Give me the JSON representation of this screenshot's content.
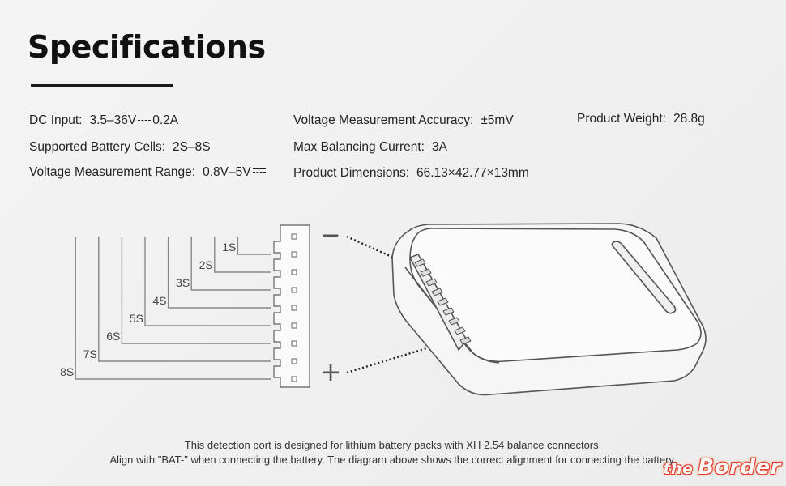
{
  "heading": "Specifications",
  "specs": {
    "dc_input": {
      "label": "DC Input:",
      "value": "3.5–36V",
      "value2": "0.2A"
    },
    "voltage_accuracy": {
      "label": "Voltage Measurement Accuracy:",
      "value": "±5mV"
    },
    "product_weight": {
      "label": "Product Weight:",
      "value": "28.8g"
    },
    "battery_cells": {
      "label": "Supported Battery Cells:",
      "value": "2S–8S"
    },
    "balancing_current": {
      "label": "Max Balancing Current:",
      "value": "3A"
    },
    "voltage_range": {
      "label": "Voltage Measurement Range:",
      "value": "0.8V–5V"
    },
    "dimensions": {
      "label": "Product Dimensions:",
      "value": "66.13×42.77×13mm"
    }
  },
  "diagram": {
    "cell_labels": [
      "1S",
      "2S",
      "3S",
      "4S",
      "5S",
      "6S",
      "7S",
      "8S"
    ],
    "minus_symbol": "−",
    "plus_symbol": "+"
  },
  "footnote": {
    "line1": "This detection port is designed for lithium battery packs with XH 2.54 balance connectors.",
    "line2": "Align with \"BAT-\" when connecting the battery. The diagram above shows the correct alignment for connecting the battery."
  },
  "watermark": {
    "the": "the",
    "brand": "Border"
  }
}
